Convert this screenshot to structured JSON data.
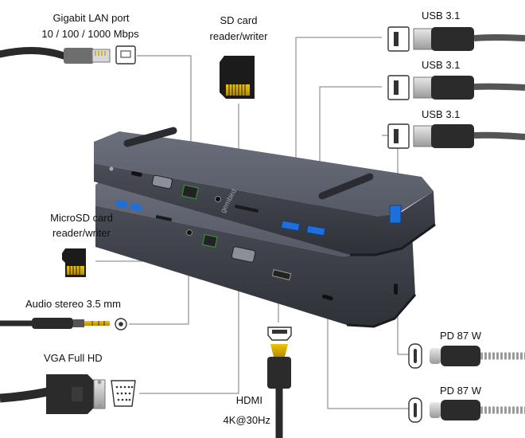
{
  "labels": {
    "lan_line1": "Gigabit LAN port",
    "lan_line2": "10 / 100 / 1000 Mbps",
    "sd_line1": "SD card",
    "sd_line2": "reader/writer",
    "usb_1": "USB 3.1",
    "usb_2": "USB 3.1",
    "usb_3": "USB 3.1",
    "microsd_line1": "MicroSD card",
    "microsd_line2": "reader/writer",
    "audio": "Audio stereo 3.5 mm",
    "vga": "VGA Full HD",
    "hdmi_line1": "HDMI",
    "hdmi_line2": "4K@30Hz",
    "pd_1": "PD 87 W",
    "pd_2": "PD 87 W"
  },
  "colors": {
    "housing": "#5f6370",
    "housing_dark": "#3d4049",
    "usb_port": "#1e6fd9",
    "cable": "#2a2a2a",
    "connector_metal": "#c8c8c8",
    "sd_gold": "#e0b000",
    "leader_line": "#777777"
  }
}
